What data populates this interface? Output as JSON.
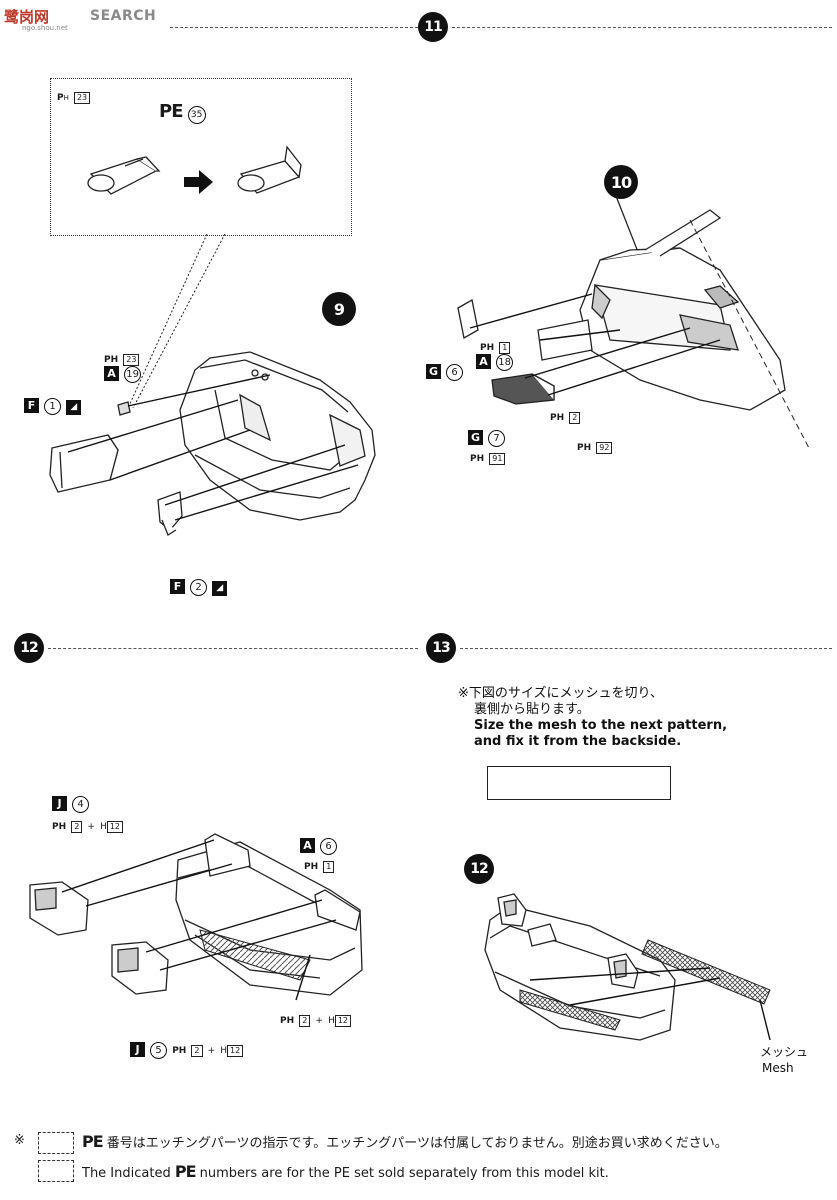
{
  "watermark": {
    "brand_jp": "鹭岗网",
    "brand_en": "SEARCH",
    "sub": "ngo.shou.net"
  },
  "steps": {
    "s9": "9",
    "s10": "10",
    "s11": "11",
    "s12": "12",
    "s13": "13"
  },
  "step11": {
    "inset": {
      "ph_ref": "23",
      "pe_label": "PE",
      "pe_num": "35"
    },
    "left_assembly": {
      "ph23": {
        "ph": "PH",
        "num": "23"
      },
      "a19": {
        "letter": "A",
        "num": "19"
      },
      "f1": {
        "letter": "F",
        "num": "1"
      },
      "f2": {
        "letter": "F",
        "num": "2"
      }
    },
    "right_assembly": {
      "g6": {
        "letter": "G",
        "num": "6"
      },
      "ph1": {
        "ph": "PH",
        "num": "1"
      },
      "a18": {
        "letter": "A",
        "num": "18"
      },
      "ph2": {
        "ph": "PH",
        "num": "2"
      },
      "g7": {
        "letter": "G",
        "num": "7"
      },
      "ph92": {
        "ph": "PH",
        "num": "92"
      },
      "ph91": {
        "ph": "PH",
        "num": "91"
      }
    }
  },
  "step12": {
    "j4": {
      "letter": "J",
      "num": "4"
    },
    "j4_ph": {
      "ph": "PH",
      "num": "2",
      "plus": "+",
      "h": "H",
      "hnum": "12"
    },
    "a6": {
      "letter": "A",
      "num": "6"
    },
    "a6_ph": {
      "ph": "PH",
      "num": "1"
    },
    "mid_ph": {
      "ph": "PH",
      "num": "2",
      "plus": "+",
      "h": "H",
      "hnum": "12"
    },
    "j5": {
      "letter": "J",
      "num": "5"
    },
    "j5_ph": {
      "ph": "PH",
      "num": "2",
      "plus": "+",
      "h": "H",
      "hnum": "12"
    }
  },
  "step13": {
    "note_jp_1": "※下図のサイズにメッシュを切り、",
    "note_jp_2": "裏側から貼ります。",
    "note_en_1": "Size the mesh to the next pattern,",
    "note_en_2": "and fix it from the backside.",
    "mesh_jp": "メッシュ",
    "mesh_en": "Mesh"
  },
  "footer": {
    "mark": "※",
    "pe": "PE",
    "line1": "番号はエッチングパーツの指示です。エッチングパーツは付属しておりません。別途お買い求めください。",
    "line2_pre": "The Indicated",
    "line2_post": "numbers are for the PE set sold separately from this model kit."
  }
}
